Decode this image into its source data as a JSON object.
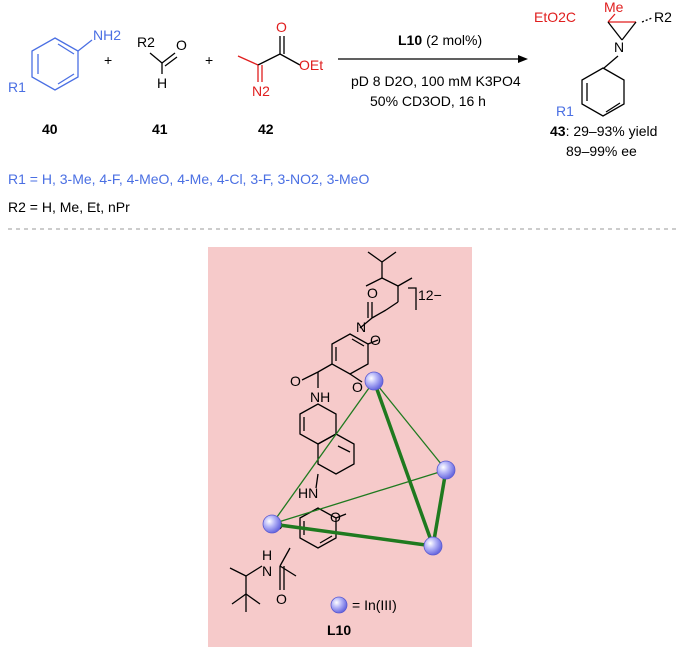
{
  "reaction": {
    "c40": {
      "sub": "NH2",
      "rgroup": "R1",
      "label": "40"
    },
    "plus": "+",
    "c41": {
      "r": "R2",
      "o": "O",
      "h": "H",
      "label": "41"
    },
    "c42": {
      "o": "O",
      "oet": "OEt",
      "n2": "N2",
      "label": "42"
    },
    "catalyst": "L10",
    "loading": "(2 mol%)",
    "cond1": "pD 8 D2O, 100 mM K3PO4",
    "cond2": "50% CD3OD, 16 h",
    "product": {
      "ester": "EtO2C",
      "me": "Me",
      "n": "N",
      "r2": "R2",
      "r1": "R1",
      "label": "43",
      "yield": ": 29–93% yield",
      "ee": "89–99% ee"
    }
  },
  "scope": {
    "r1": "R1 = H, 3-Me, 4-F, 4-MeO, 4-Me, 4-Cl, 3-F, 3-NO2, 3-MeO",
    "r2": "R2 = H, Me, Et, nPr"
  },
  "ligand": {
    "charge": "12−",
    "legend": "= In(III)",
    "label": "L10",
    "atoms": {
      "nh1": "NH",
      "nh2": "NH",
      "hn": "HN",
      "o": "O",
      "n": "N",
      "h": "H"
    }
  },
  "colors": {
    "blue": "#4a6fe3",
    "red": "#e01e1e",
    "pink": "#f6caca",
    "green": "#1f7a1f",
    "sphere": "#8f8ff0"
  }
}
